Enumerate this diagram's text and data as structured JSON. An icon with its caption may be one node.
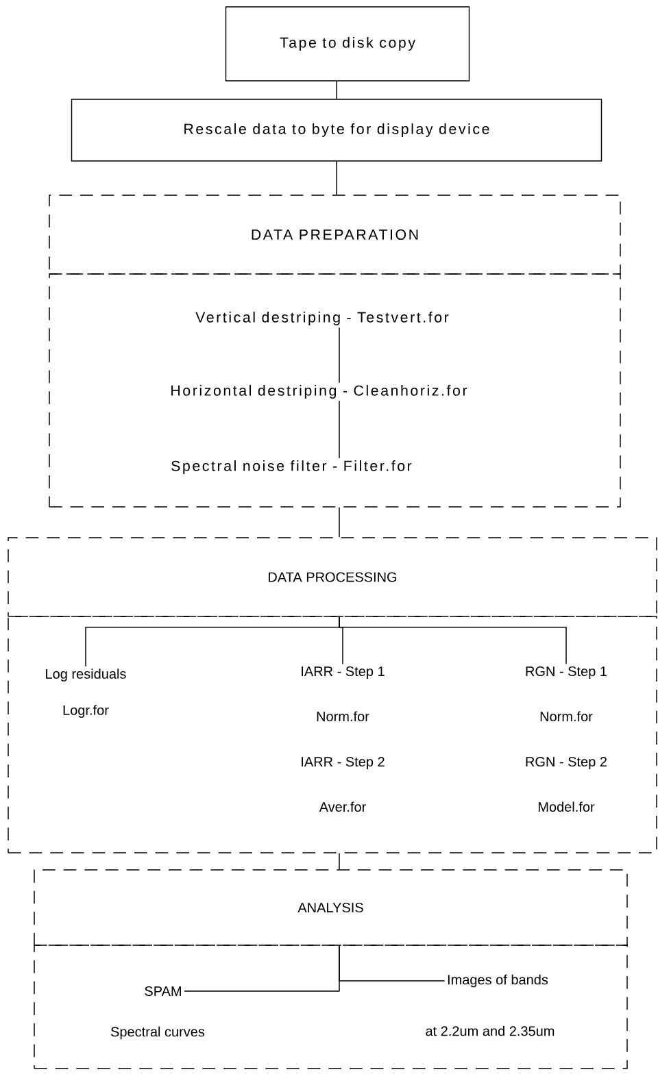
{
  "diagram": {
    "nodes": [
      {
        "text": [
          "Tape to disk copy"
        ]
      },
      {
        "text": [
          "Rescale data to byte for display device"
        ]
      },
      {
        "text": [
          "DATA PREPARATION"
        ]
      },
      {
        "text": [],
        "shape": "box"
      },
      {
        "text": [
          "Vertical destriping  -  Testvert.for"
        ],
        "in": 3
      },
      {
        "text": [
          "Horizontal destriping  -  Cleanhoriz.for"
        ],
        "in": 3
      },
      {
        "text": [
          "Spectral noise filter  -  Filter.for"
        ],
        "in": 3
      },
      {
        "text": [
          "DATA PROCESSING"
        ]
      },
      {
        "text": [],
        "shape": "box"
      },
      {
        "text": [
          "Log residuals",
          "Logr.for"
        ],
        "in": 8
      },
      {
        "text": [
          "IARR - Step 1",
          "Norm.for",
          "IARR - Step 2",
          "Aver.for"
        ],
        "in": 8
      },
      {
        "text": [
          "RGN - Step 1",
          "Norm.for",
          "RGN - Step 2",
          "Model.for"
        ],
        "in": 8
      },
      {
        "text": [
          "ANALYSIS"
        ]
      },
      {
        "text": [],
        "shape": "box"
      },
      {
        "text": [
          "SPAM"
        ],
        "beside": [
          "Spectral curves"
        ],
        "in": 13
      },
      {
        "text": [
          "Images of bands"
        ],
        "beside": [
          "at 2.2um and 2.35um"
        ],
        "in": 13
      }
    ],
    "edges": [
      {
        "from": 0,
        "to": 1,
        "arrow": "none"
      },
      {
        "from": 1,
        "to": 2,
        "arrow": "none"
      },
      {
        "from": 4,
        "to": 5,
        "arrow": "none"
      },
      {
        "from": 5,
        "to": 6,
        "arrow": "none"
      },
      {
        "from": 3,
        "to": 7,
        "arrow": "none"
      },
      {
        "from": 7,
        "to": 9,
        "arrow": "none"
      },
      {
        "from": 7,
        "to": 10,
        "arrow": "none"
      },
      {
        "from": 7,
        "to": 11,
        "arrow": "none"
      },
      {
        "from": 8,
        "to": 12,
        "arrow": "none"
      },
      {
        "from": 12,
        "to": 14,
        "arrow": "none"
      },
      {
        "from": 12,
        "to": 15,
        "arrow": "none"
      }
    ]
  }
}
